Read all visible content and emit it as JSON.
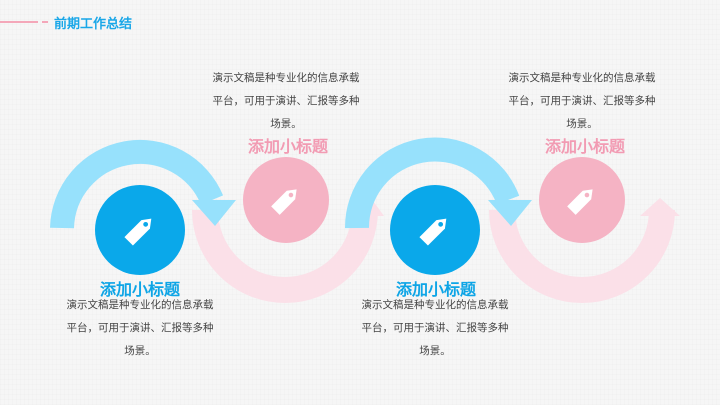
{
  "header": {
    "title": "前期工作总结",
    "accent": "#1aa7e8",
    "line_color": "#f4a7b9"
  },
  "colors": {
    "blue_circle": "#0aa8ea",
    "blue_arrow": "#97e1fc",
    "pink_circle": "#f5b3c4",
    "pink_arrow": "#fbe0e8"
  },
  "items": [
    {
      "title": "添加小标题",
      "icon": "tag-icon",
      "desc": [
        "演示文稿是种专业化的信息承载",
        "平台，可用于演讲、汇报等多种",
        "场景。"
      ]
    },
    {
      "title": "添加小标题",
      "icon": "tag-icon",
      "desc": [
        "演示文稿是种专业化的信息承载",
        "平台，可用于演讲、汇报等多种",
        "场景。"
      ]
    },
    {
      "title": "添加小标题",
      "icon": "tag-icon",
      "desc": [
        "演示文稿是种专业化的信息承载",
        "平台，可用于演讲、汇报等多种",
        "场景。"
      ]
    },
    {
      "title": "添加小标题",
      "icon": "tag-icon",
      "desc": [
        "演示文稿是种专业化的信息承载",
        "平台，可用于演讲、汇报等多种",
        "场景。"
      ]
    }
  ]
}
